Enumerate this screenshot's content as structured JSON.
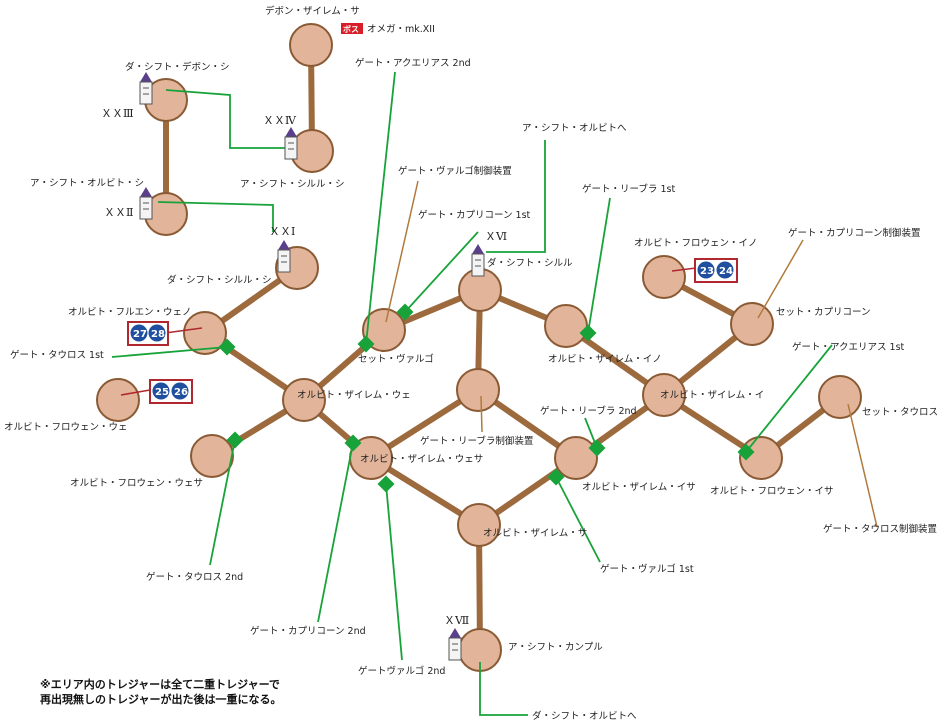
{
  "colors": {
    "room_fill": "#e2b59a",
    "room_stroke": "#8a5a34",
    "corridor": "#9c6a3c",
    "gate": "#18a33a",
    "pointer": "#b07a3c",
    "treasure_box": "#b0272f",
    "treasure_dot": "#1f4f9e",
    "boss": "#d81e28"
  },
  "rooms": {
    "devon_zailem_sa": "デボン・ザイレム・サ",
    "da_shift_devon_shi": "ダ・シフト・デボン・シ",
    "a_shift_shiruru_shi": "ア・シフト・シルル・シ",
    "a_shift_orubito_shi": "ア・シフト・オルビト・シ",
    "da_shift_shiruru_shi": "ダ・シフト・シルル・シ",
    "orubito_furuen_weno": "オルビト・フルエン・ウェノ",
    "orubito_frowen_we": "オルビト・フロウェン・ウェ",
    "orubito_frowen_wesa": "オルビト・フロウェン・ウェサ",
    "orubito_zailem_we": "オルビト・ザイレム・ウェ",
    "set_virgo": "セット・ヴァルゴ",
    "da_shift_shiruru": "ダ・シフト・シルル",
    "orubito_zailem_ino": "オルビト・ザイレム・イノ",
    "orubito_zailem_wesa": "オルビト・ザイレム・ウェサ",
    "orubito_zailem_isa": "オルビト・ザイレム・イサ",
    "orubito_zailem_sa": "オルビト・ザイレム・サ",
    "orubito_zailem_i": "オルビト・ザイレム・イ",
    "orubito_frowen_ino": "オルビト・フロウェン・イノ",
    "set_capricorn": "セット・カプリコーン",
    "set_taurus": "セット・タウロス",
    "orubito_frowen_isa": "オルビト・フロウェン・イサ",
    "a_shift_canpuru": "ア・シフト・カンプル"
  },
  "gates": {
    "aquarius_2nd": "ゲート・アクエリアス 2nd",
    "virgo_control": "ゲート・ヴァルゴ制御装置",
    "capricorn_1st": "ゲート・カプリコーン 1st",
    "to_a_shift_orubito": "ア・シフト・オルビトへ",
    "libra_1st": "ゲート・リーブラ 1st",
    "capricorn_control": "ゲート・カプリコーン制御装置",
    "taurus_1st": "ゲート・タウロス 1st",
    "aquarius_1st": "ゲート・アクエリアス 1st",
    "libra_2nd": "ゲート・リーブラ 2nd",
    "libra_control": "ゲート・リーブラ制御装置",
    "taurus_2nd": "ゲート・タウロス 2nd",
    "virgo_1st": "ゲート・ヴァルゴ 1st",
    "taurus_control": "ゲート・タウロス制御装置",
    "capricorn_2nd": "ゲート・カプリコーン 2nd",
    "virgo_2nd": "ゲートヴァルゴ 2nd",
    "to_da_shift_orubito": "ダ・シフト・オルビトへ"
  },
  "numerals": {
    "n23": "ＸＸⅢ",
    "n24": "ＸＸⅣ",
    "n22": "ＸＸⅡ",
    "n21": "ＸＸⅠ",
    "n16": "ＸⅥ",
    "n17": "ＸⅦ"
  },
  "boss": {
    "tag": "ボス",
    "name": "オメガ・mk.XII"
  },
  "treasures": {
    "t27": "27",
    "t28": "28",
    "t25": "25",
    "t26": "26",
    "t23": "23",
    "t24": "24"
  },
  "note": {
    "line1": "※エリア内のトレジャーは全て二重トレジャーで",
    "line2": "再出現無しのトレジャーが出た後は一重になる。"
  }
}
